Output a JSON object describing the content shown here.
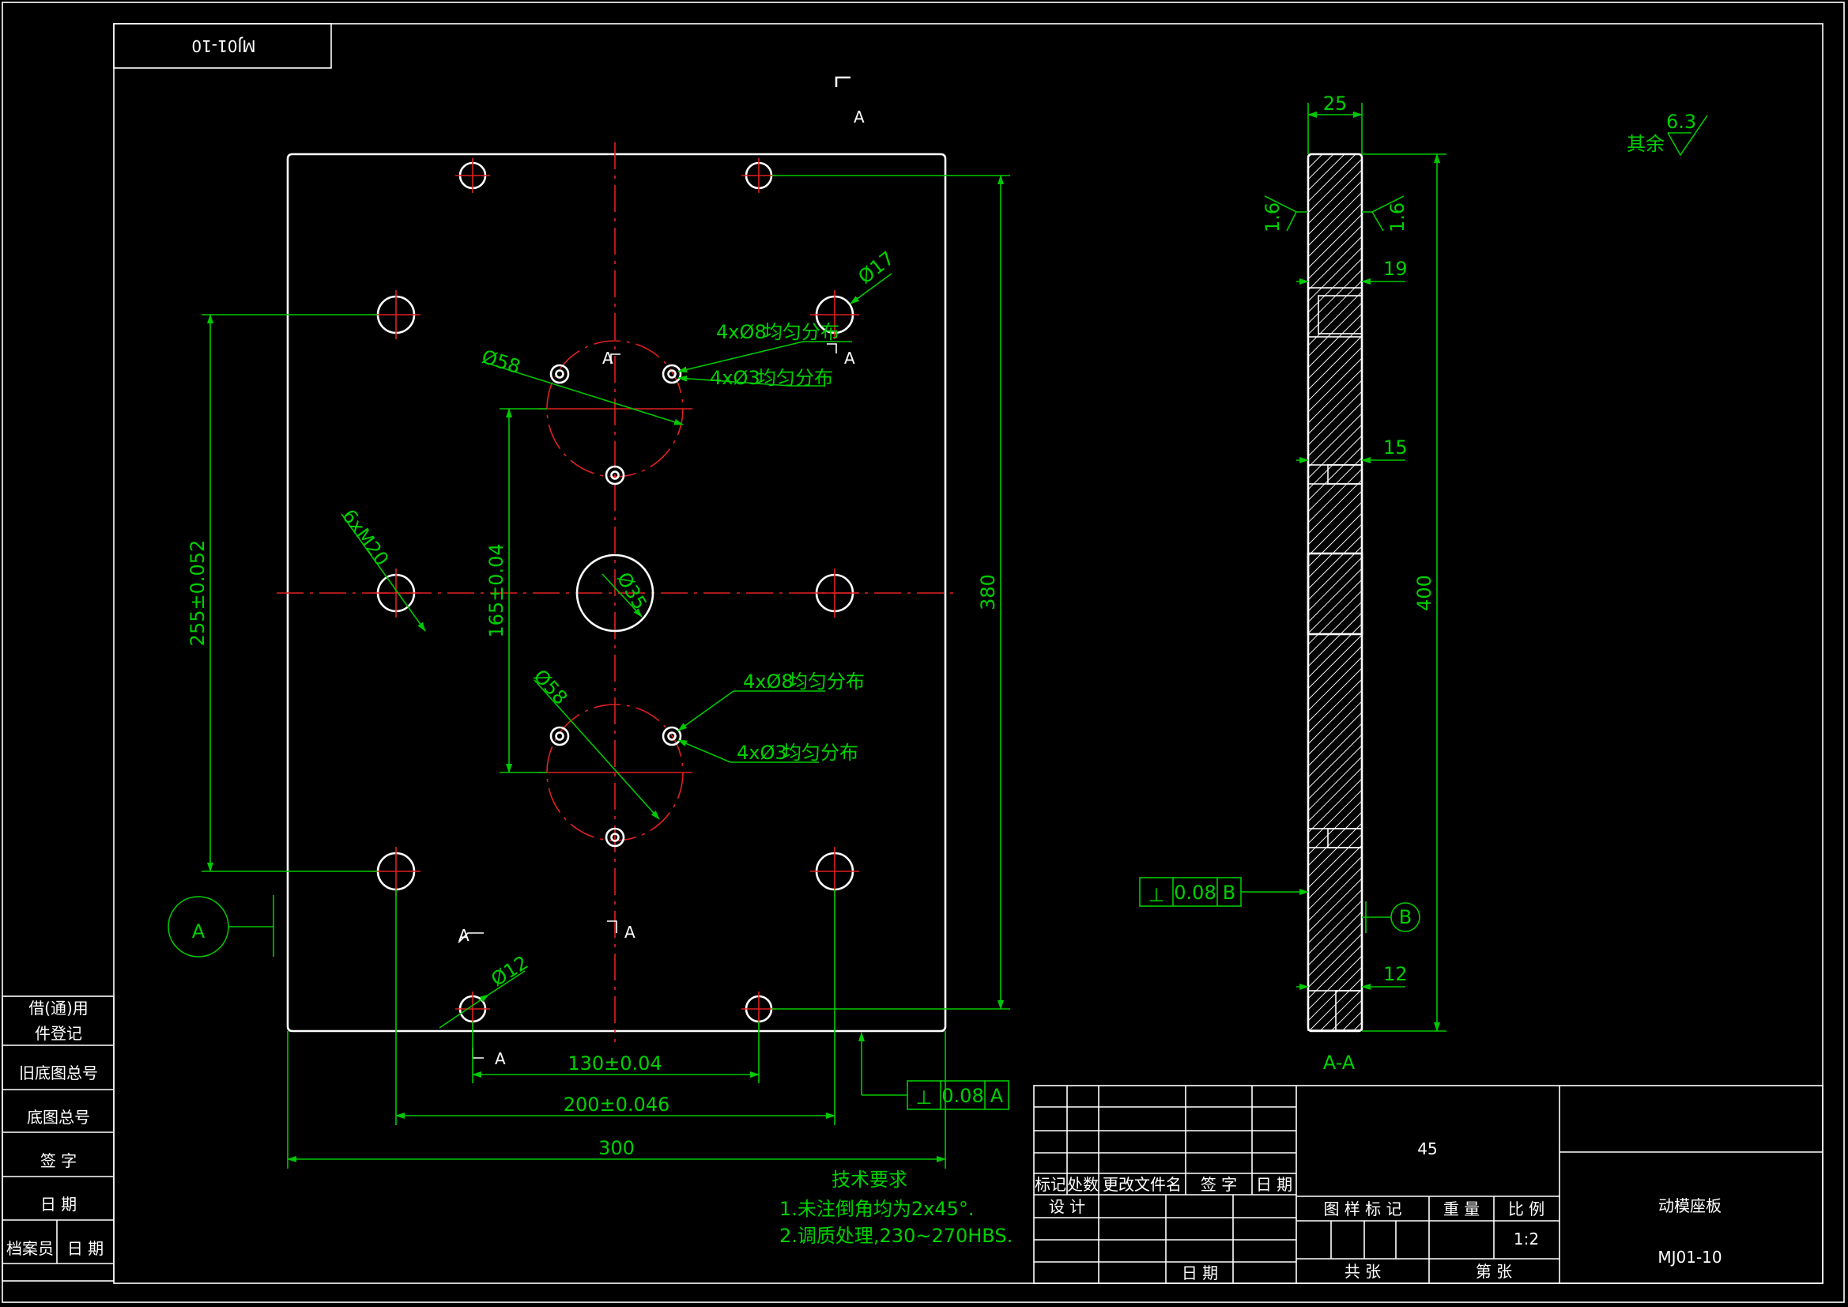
{
  "drawing": {
    "mirrored_code": "MJ01-10",
    "section_marks": {
      "section": "A",
      "view_label": "A-A"
    },
    "datums": {
      "a": "A",
      "b": "B"
    },
    "surface_finish": {
      "rest_label": "其余",
      "rest_value": "6.3",
      "faces": "1.6"
    },
    "front_view_dims": {
      "width_total": "300",
      "width_200": "200±0.046",
      "width_130": "130±0.04",
      "height_380": "380",
      "height_255": "255±0.052",
      "height_165": "165±0.04",
      "dia_17": "Ø17",
      "dia_12": "Ø12",
      "dia_35": "Ø35",
      "dia_58": "Ø58",
      "threads": "6xM20",
      "holes_8": "4xØ8",
      "holes_3": "4xØ3",
      "even_note": "均匀分布"
    },
    "side_view_dims": {
      "thickness": "25",
      "height": "400",
      "d19": "19",
      "d15": "15",
      "d12": "12"
    },
    "tolerance_frames": [
      {
        "symbol": "⊥",
        "value": "0.08",
        "datum": "B"
      },
      {
        "symbol": "⊥",
        "value": "0.08",
        "datum": "A"
      }
    ],
    "notes": {
      "title": "技术要求",
      "line1": "1.未注倒角均为2x45°.",
      "line2": "2.调质处理,230~270HBS."
    }
  },
  "left_stamp": {
    "rows": [
      "借(通)用",
      "件登记",
      "旧底图总号",
      "底图总号",
      "签 字",
      "日 期"
    ],
    "archive": "档案员",
    "date": "日 期"
  },
  "title_block": {
    "material": "45",
    "part_name": "动模座板",
    "part_code": "MJ01-10",
    "scale": "1:2",
    "revision_headers": [
      "标记",
      "处数",
      "更改文件名",
      "签 字",
      "日 期"
    ],
    "design": "设 计",
    "date": "日 期",
    "stage_mark": "图 样 标 记",
    "weight": "重 量",
    "ratio": "比 例",
    "total_sheets": "共    张",
    "sheet_no": "第    张"
  }
}
